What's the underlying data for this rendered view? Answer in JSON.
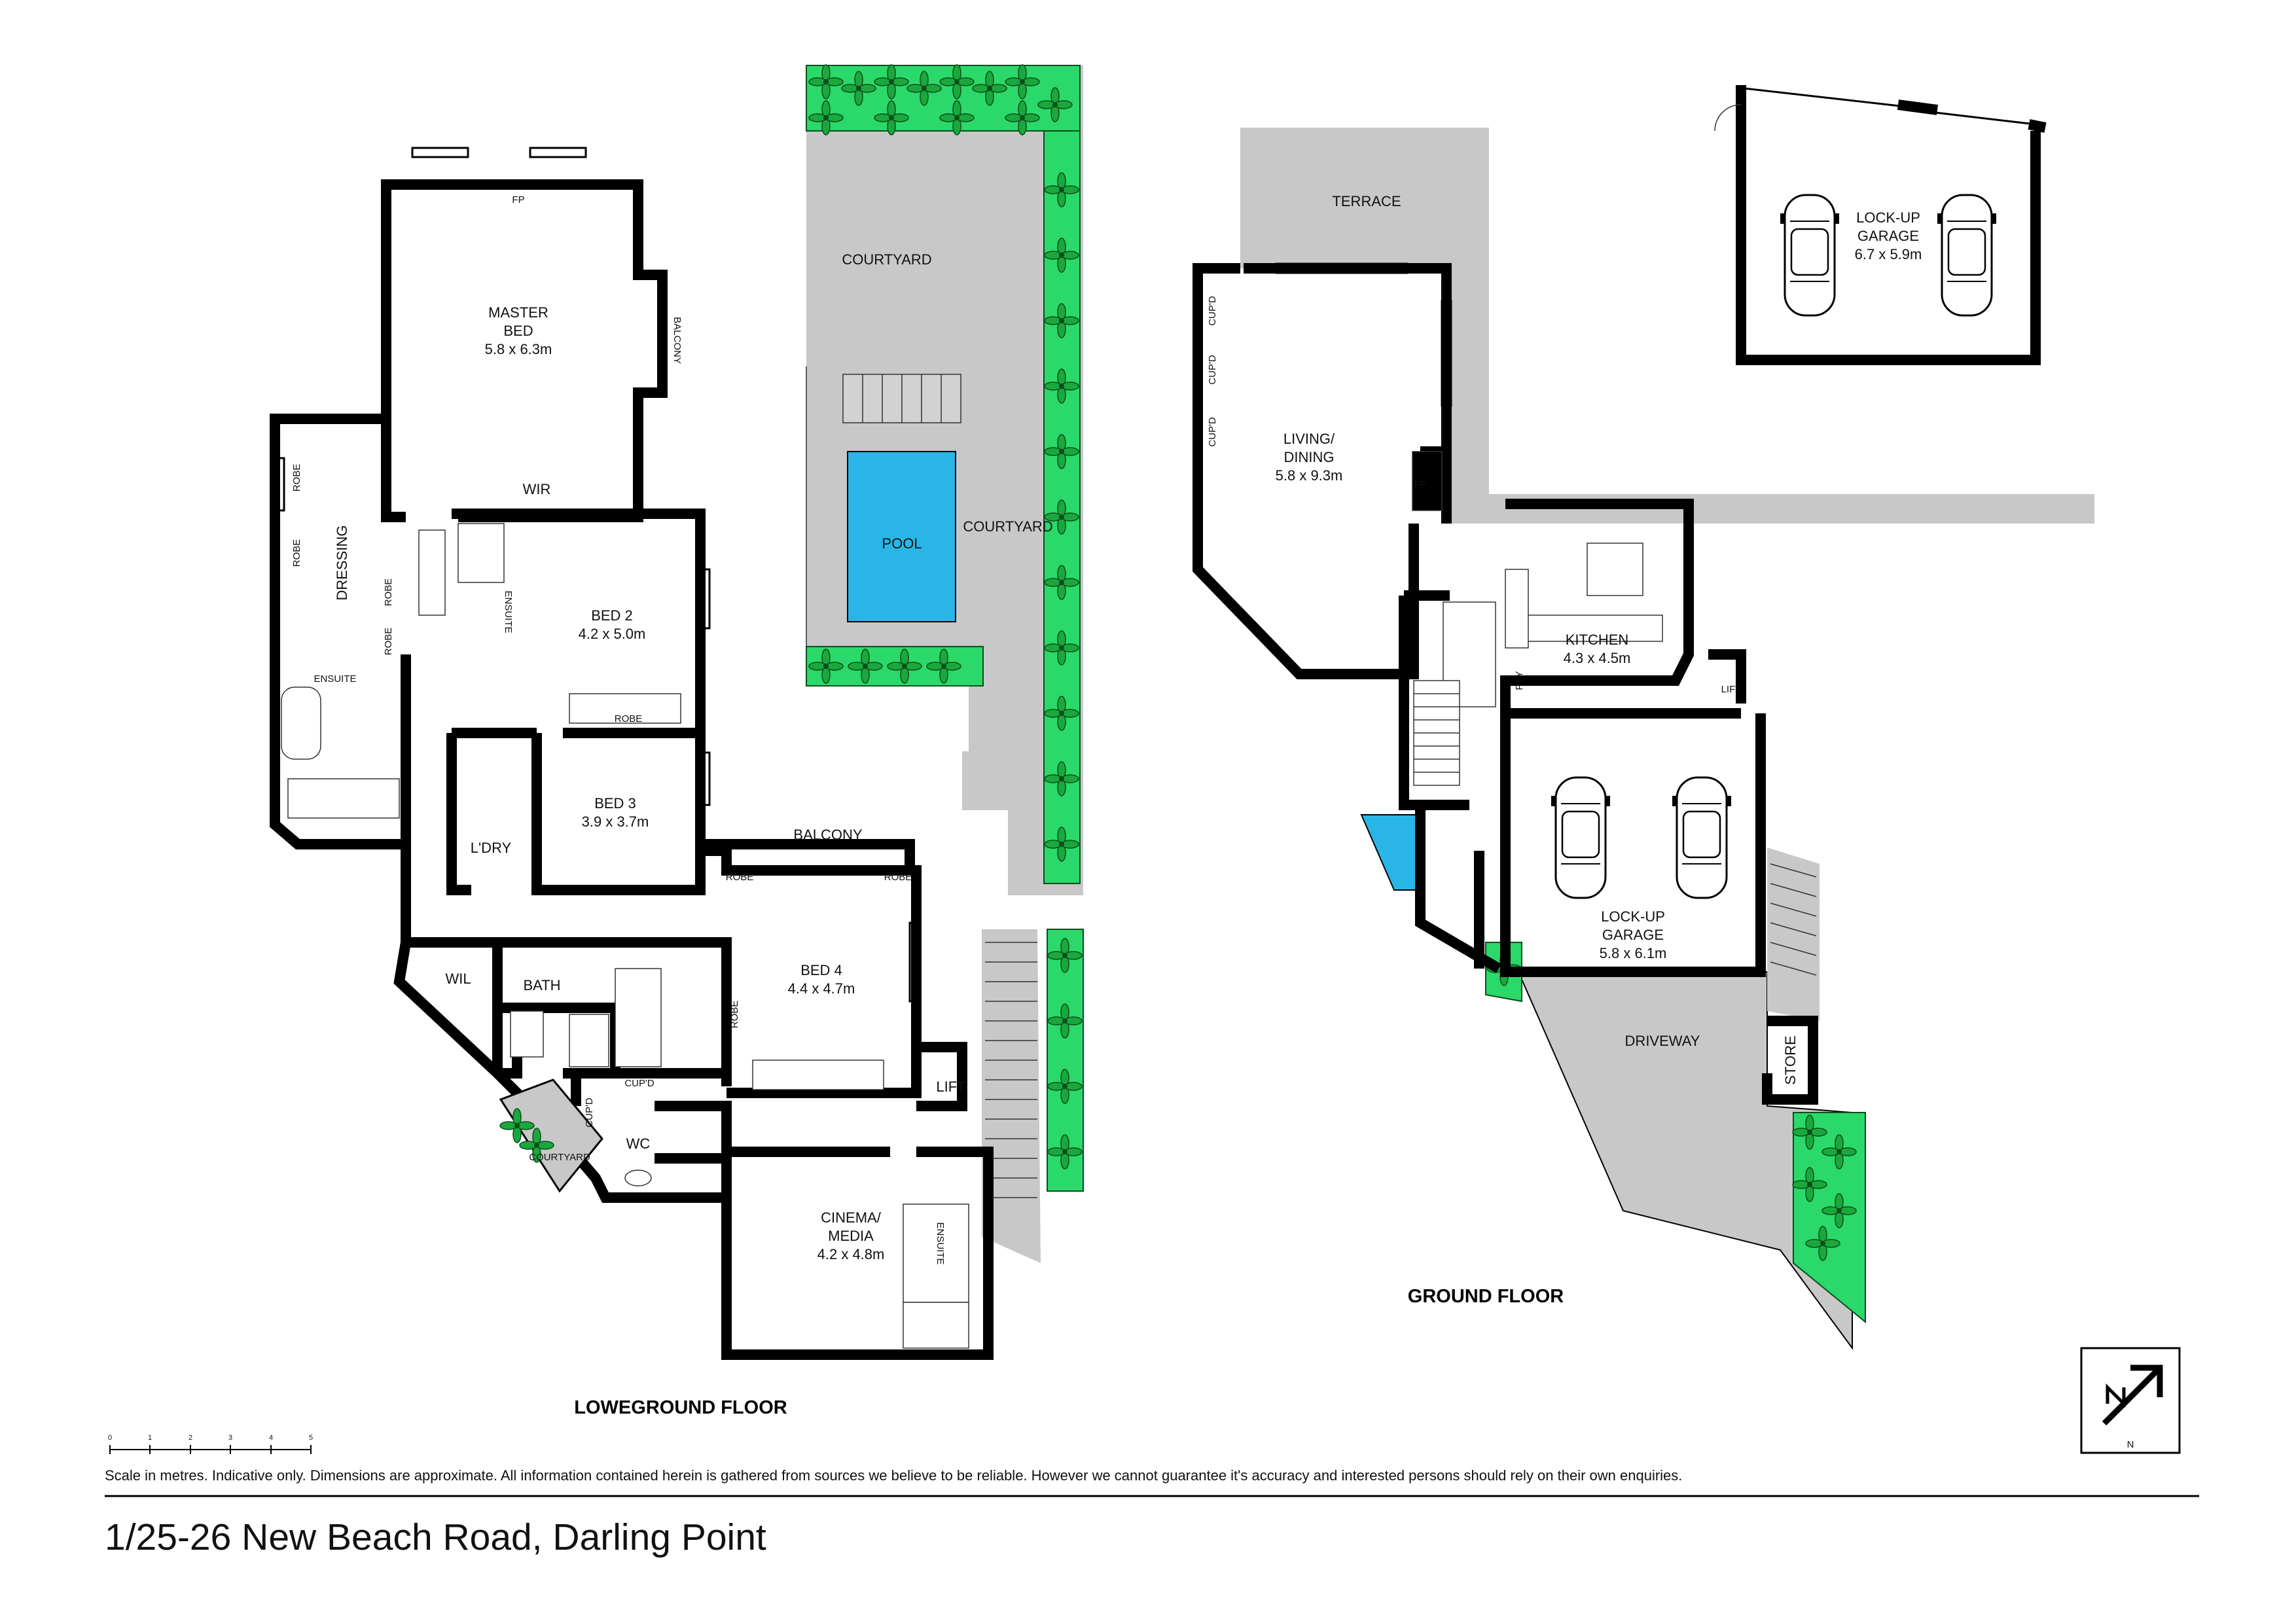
{
  "address": "1/25-26 New Beach Road, Darling Point",
  "disclaimer": "Scale in metres. Indicative only. Dimensions are approximate. All information contained herein is gathered from sources we believe to be reliable. However we cannot guarantee it's accuracy and interested persons should rely on their own enquiries.",
  "scale_ticks": [
    "0",
    "1",
    "2",
    "3",
    "4",
    "5"
  ],
  "compass_label": "N",
  "colors": {
    "wall": "#000000",
    "paving": "#c8c8c8",
    "pool": "#29b6e6",
    "planting": "#2bd96b",
    "outline": "#000000"
  },
  "lower_floor": {
    "title": "LOWEGROUND FLOOR",
    "master_bed": {
      "name_1": "MASTER",
      "name_2": "BED",
      "size": "5.8 x 6.3m"
    },
    "fp": "FP",
    "balcony_small": "BALCONY",
    "wir": "WIR",
    "dressing": "DRESSING",
    "robe": "ROBE",
    "ensuite": "ENSUITE",
    "bed2": {
      "name": "BED 2",
      "size": "4.2 x 5.0m"
    },
    "bed3": {
      "name": "BED 3",
      "size": "3.9 x 3.7m"
    },
    "bed4": {
      "name": "BED 4",
      "size": "4.4 x 4.7m"
    },
    "laundry": "L'DRY",
    "wil": "WIL",
    "bath": "BATH",
    "cupd": "CUP'D",
    "wc": "WC",
    "courtyard": "COURTYARD",
    "balcony": "BALCONY",
    "lift": "LIFT",
    "cinema": {
      "name_1": "CINEMA/",
      "name_2": "MEDIA",
      "size": "4.2 x 4.8m"
    },
    "pool": "POOL"
  },
  "ground_floor": {
    "title": "GROUND FLOOR",
    "terrace": "TERRACE",
    "living": {
      "name_1": "LIVING/",
      "name_2": "DINING",
      "size": "5.8 x 9.3m"
    },
    "fp": "FP",
    "cupd": "CUP'D",
    "kitchen": {
      "name": "KITCHEN",
      "size": "4.3 x 4.5m"
    },
    "pty": "PTY",
    "lift": "LIFT",
    "garage": {
      "name_1": "LOCK-UP",
      "name_2": "GARAGE",
      "size": "5.8 x 6.1m"
    },
    "driveway": "DRIVEWAY",
    "store": "STORE"
  },
  "detached_garage": {
    "name_1": "LOCK-UP",
    "name_2": "GARAGE",
    "size": "6.7 x 5.9m"
  }
}
